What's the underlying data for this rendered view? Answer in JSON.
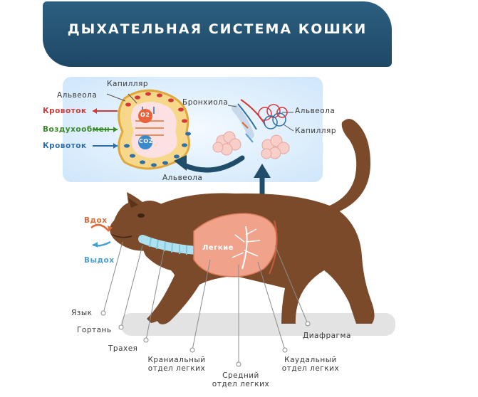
{
  "title": "ДЫХАТЕЛЬНАЯ СИСТЕМА КОШКИ",
  "labels": {
    "alveola_top": "Альвеола",
    "capillary_top": "Капилляр",
    "bloodflow_in": "Кровоток",
    "gas_exchange": "Воздухообмен",
    "bloodflow_out": "Кровоток",
    "o2": "O2",
    "co2": "CO2",
    "bronchiole": "Бронхиола",
    "alveola_right": "Альвеола",
    "capillary_right": "Капилляр",
    "alveola_bottom": "Альвеола",
    "inhale": "Вдох",
    "exhale": "Выдох",
    "lungs": "Легкие",
    "tongue": "Язык",
    "larynx": "Гортань",
    "trachea": "Трахея",
    "cranial_1": "Краниальный",
    "cranial_2": "отдел легких",
    "middle_1": "Средний",
    "middle_2": "отдел легких",
    "caudal_1": "Каудальный",
    "caudal_2": "отдел легких",
    "diaphragm": "Диафрагма"
  },
  "colors": {
    "banner": "#24506e",
    "cat": "#7a4a2a",
    "lung": "#f0a28a",
    "panel": "#dcefff",
    "blood_red": "#d23a3a",
    "blood_blue": "#2f6fa8",
    "alveola_wall": "#f3c24a",
    "arrow_blue": "#1f4d6a"
  }
}
